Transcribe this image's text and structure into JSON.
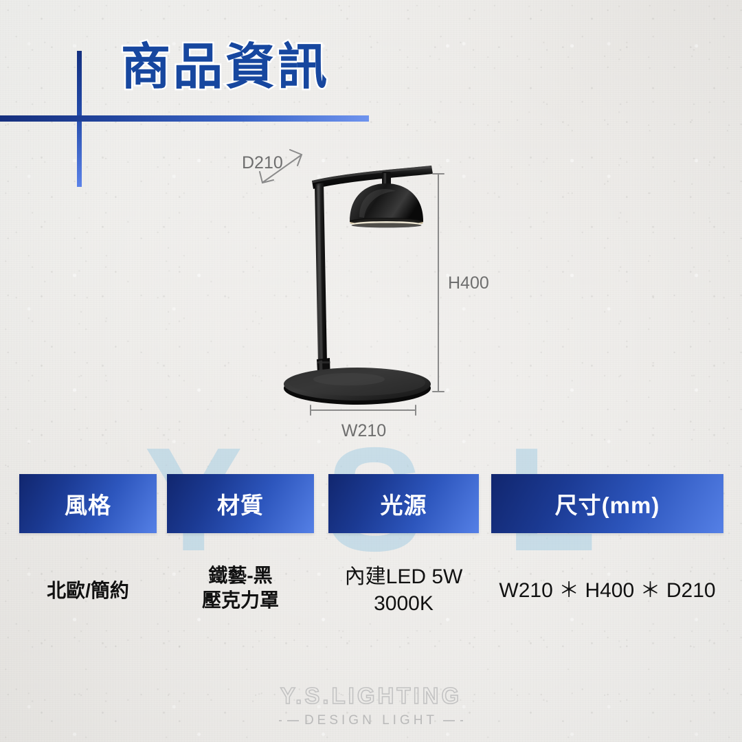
{
  "header": {
    "title": "商品資訊",
    "accent_color_dark": "#14307f",
    "accent_color_light": "#5b82e8",
    "title_color": "#17479f"
  },
  "product_figure": {
    "alt_name": "black-nordic-desk-lamp",
    "dimensions": {
      "depth_label": "D210",
      "height_label": "H400",
      "width_label": "W210"
    },
    "colors": {
      "body": "#1c1c1c",
      "shade": "#141414",
      "diffuser_glow": "#f3e6c9",
      "dimension_line": "#8a8a8a"
    }
  },
  "spec_table": {
    "headers": [
      {
        "label": "風格"
      },
      {
        "label": "材質"
      },
      {
        "label": "光源"
      },
      {
        "label": "尺寸(mm)"
      }
    ],
    "values": [
      {
        "text": "北歐/簡約",
        "style": "cjk-bold"
      },
      {
        "text": "鐵藝-黑\n壓克力罩",
        "style": "cjk-bold"
      },
      {
        "text": "內建LED 5W\n3000K",
        "style": "plain"
      },
      {
        "text": "W210 ＊ H400 ＊ D210",
        "style": "plain"
      }
    ],
    "header_gradient_from": "#11266e",
    "header_gradient_to": "#5580e6"
  },
  "watermark": {
    "letters": [
      "Y",
      "S",
      "L"
    ],
    "color": "#a8cfe4"
  },
  "footer": {
    "brand_name": "Y.S.LIGHTING",
    "tagline": "DESIGN LIGHT",
    "color": "#c2c2c2"
  },
  "background": {
    "color": "#efefec",
    "texture": "recycled-paper"
  }
}
